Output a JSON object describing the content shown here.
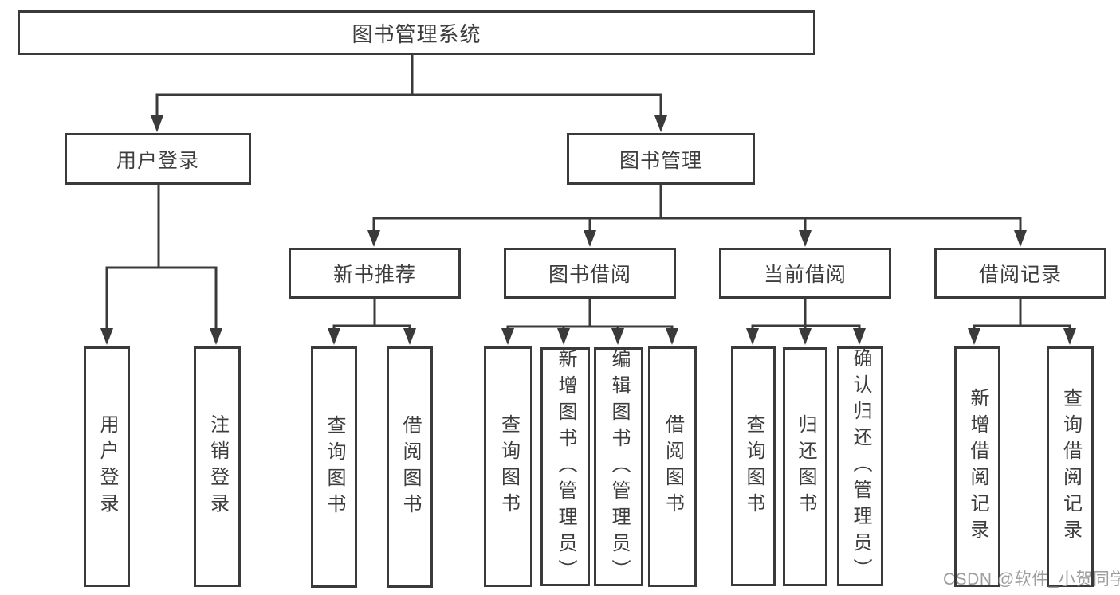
{
  "diagram_type": "hierarchy-tree",
  "title": "图书管理系统",
  "colors": {
    "line": "#3a3a3a",
    "text": "#3d3d3d",
    "box_background": "#ffffff",
    "watermark": "#9d9d9d",
    "background": "#ffffff"
  },
  "nodes": {
    "root": "图书管理系统",
    "user_login": "用户登录",
    "book_mgmt": "图书管理",
    "ul_login": "用户登录",
    "ul_logout": "注销登录",
    "new_book_rec": "新书推荐",
    "book_borrow": "图书借阅",
    "current_borrow": "当前借阅",
    "borrow_records": "借阅记录",
    "nbr_query": "查询图书",
    "nbr_borrow": "借阅图书",
    "bb_query": "查询图书",
    "bb_add": "新增图书（管理员）",
    "bb_edit": "编辑图书（管理员）",
    "bb_borrow": "借阅图书",
    "cb_query": "查询图书",
    "cb_return": "归还图书",
    "cb_confirm": "确认归还（管理员）",
    "br_add": "新增借阅记录",
    "br_query": "查询借阅记录"
  },
  "hierarchy": {
    "图书管理系统": {
      "用户登录": [
        "用户登录",
        "注销登录"
      ],
      "图书管理": {
        "新书推荐": [
          "查询图书",
          "借阅图书"
        ],
        "图书借阅": [
          "查询图书",
          "新增图书（管理员）",
          "编辑图书（管理员）",
          "借阅图书"
        ],
        "当前借阅": [
          "查询图书",
          "归还图书",
          "确认归还（管理员）"
        ],
        "借阅记录": [
          "新增借阅记录",
          "查询借阅记录"
        ]
      }
    }
  },
  "watermark": "CSDN @软件_小贺同学"
}
